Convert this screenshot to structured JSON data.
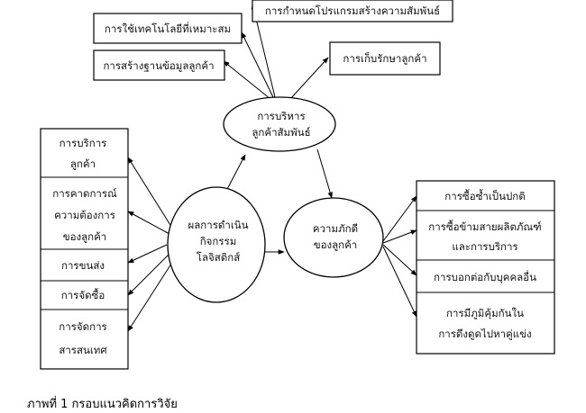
{
  "colors": {
    "stroke": "#000000",
    "fill": "#ffffff",
    "text": "#111111"
  },
  "nodes": {
    "crm": [
      "การบริหาร",
      "ลูกค้าสัมพันธ์"
    ],
    "logistics": [
      "ผลการดำเนิน",
      "กิจกรรม",
      "โลจิสติกส์"
    ],
    "loyalty": [
      "ความภักดี",
      "ของลูกค้า"
    ],
    "top_boxes": {
      "program": "การกำหนดโปรแกรมสร้างความสัมพันธ์",
      "technology": "การใช้เทคโนโลยีที่เหมาะสม",
      "database": "การสร้างฐานข้อมูลลูกค้า",
      "retention": "การเก็บรักษาลูกค้า"
    },
    "left_boxes": {
      "service": [
        "การบริการ",
        "ลูกค้า"
      ],
      "forecast": [
        "การคาดการณ์",
        "ความต้องการ",
        "ของลูกค้า"
      ],
      "transport": "การขนส่ง",
      "procurement": "การจัดซื้อ",
      "information": [
        "การจัดการ",
        "สารสนเทศ"
      ]
    },
    "right_boxes": {
      "repurchase": "การซื้อซ้ำเป็นปกติ",
      "crossbuy": [
        "การซื้อข้ามสายผลิตภัณฑ์",
        "และการบริการ"
      ],
      "wordofmouth": "การบอกต่อกับบุคคลอื่น",
      "immunity": [
        "การมีภูมิคุ้มกันใน",
        "การดึงดูดไปหาคู่แข่ง"
      ]
    }
  },
  "caption": "ภาพที่ 1 กรอบแนวคิดการวิจัย"
}
